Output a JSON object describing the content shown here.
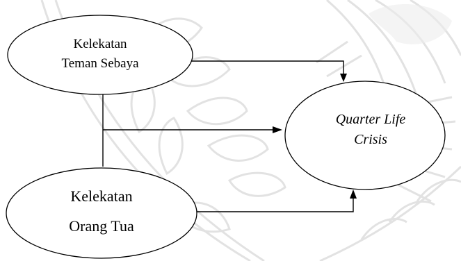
{
  "diagram": {
    "nodes": [
      {
        "id": "peer",
        "lines": [
          "Kelekatan",
          "Teman Sebaya"
        ],
        "italic": false
      },
      {
        "id": "parent",
        "lines": [
          "Kelekatan",
          "Orang Tua"
        ],
        "italic": false
      },
      {
        "id": "qlc",
        "lines": [
          "Quarter Life",
          "Crisis"
        ],
        "italic": true
      }
    ],
    "edges": [
      {
        "from": "peer",
        "to": "qlc"
      },
      {
        "from": "parent",
        "to": "qlc"
      },
      {
        "from": "peer+parent",
        "to": "qlc",
        "note": "joint"
      }
    ]
  },
  "colors": {
    "stroke": "#000000",
    "background": "#ffffff",
    "watermark": "#e2e2e2"
  },
  "watermark": {
    "kind": "institutional-seal",
    "depicts": "laurel-wreath-and-sunburst"
  }
}
